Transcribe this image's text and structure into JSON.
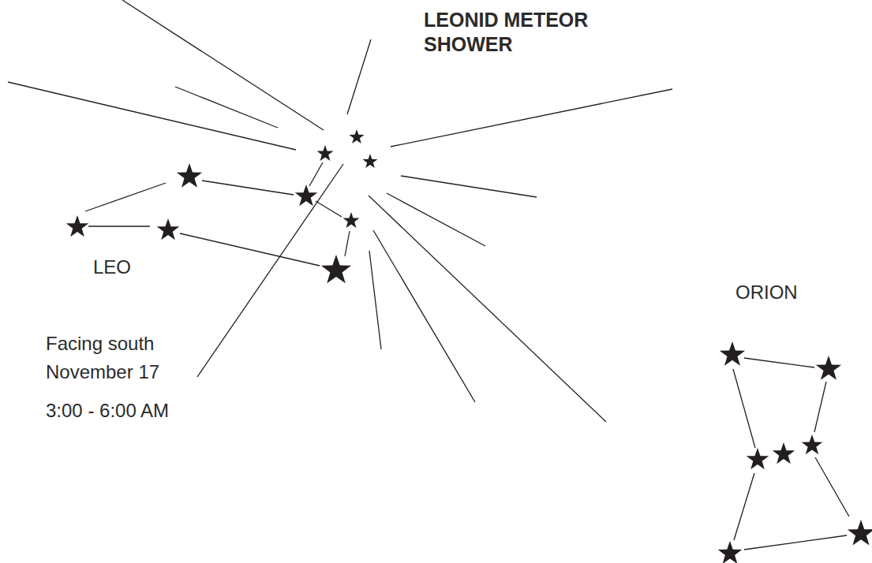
{
  "diagram": {
    "title": "LEONID METEOR SHOWER",
    "labels": [
      "LEO",
      "ORION",
      "Facing south November 17",
      "3:00 - 6:00 AM"
    ]
  }
}
